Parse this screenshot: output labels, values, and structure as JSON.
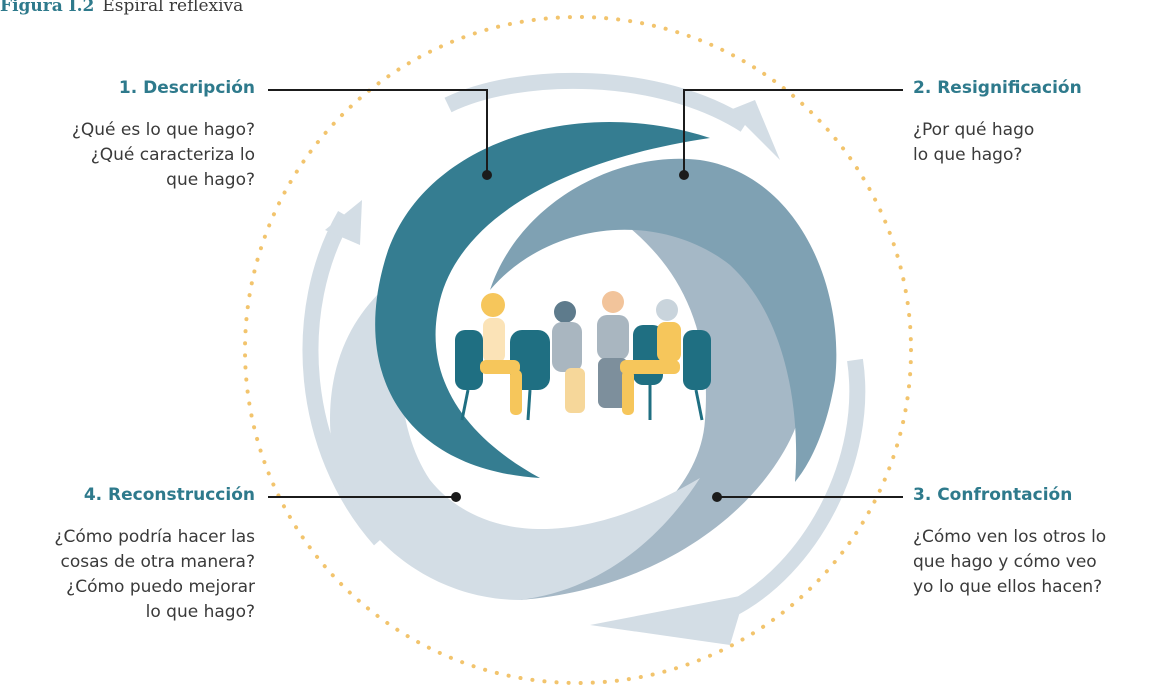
{
  "figure": {
    "number": "Figura I.2",
    "title": "Espiral reflexiva"
  },
  "stages": [
    {
      "title": "1. Descripción",
      "lines": [
        "¿Qué es lo que hago?",
        "¿Qué caracteriza lo",
        "que hago?"
      ]
    },
    {
      "title": "2. Resignificación",
      "lines": [
        "¿Por qué hago",
        "lo que hago?"
      ]
    },
    {
      "title": "3. Confrontación",
      "lines": [
        "¿Cómo ven los otros lo",
        "que hago y cómo veo",
        "yo lo que ellos hacen?"
      ]
    },
    {
      "title": "4. Reconstrucción",
      "lines": [
        "¿Cómo podría hacer las",
        "cosas de otra manera?",
        "¿Cómo puedo mejorar",
        "lo que hago?"
      ]
    }
  ],
  "colors": {
    "accent": "#2e7a8c",
    "blade_dark": "#357d91",
    "blade_mid": "#7fa1b3",
    "blade_light": "#a5b8c6",
    "blade_pale": "#d3dde5",
    "dotted_circle": "#f2c46d",
    "figure_yellow": "#f6c65b",
    "chair_teal": "#1f6f82"
  },
  "illustration": {
    "icon": "group-of-people-sitting-in-circle-icon"
  }
}
